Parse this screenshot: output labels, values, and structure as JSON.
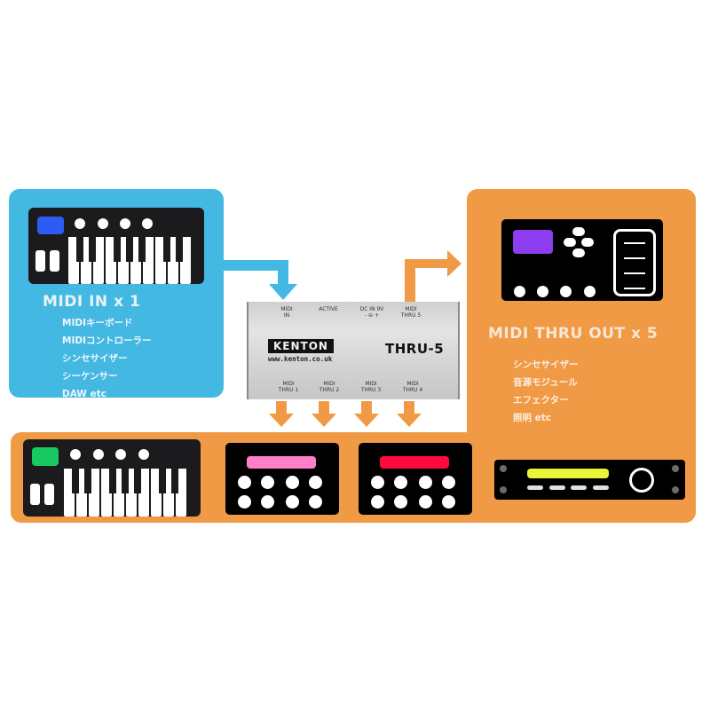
{
  "colors": {
    "input_panel": "#43b8e3",
    "output_panel": "#f09a45",
    "device_body": "#1b1b1d",
    "pad_blue": "#2d5cf5",
    "pad_green": "#18c95f",
    "display_purple": "#8e3cf0",
    "display_pink": "#ff80c8",
    "display_red": "#ff0a3c",
    "display_yellow": "#eaf53a"
  },
  "midi_in": {
    "title": "MIDI IN x 1",
    "devices": [
      "MIDIキーボード",
      "MIDIコントローラー",
      "シンセサイザー",
      "シーケンサー",
      "DAW etc"
    ],
    "icon": "midi-keyboard-icon"
  },
  "midi_out": {
    "title": "MIDI THRU OUT x 5",
    "devices": [
      "シンセサイザー",
      "音源モジュール",
      "エフェクター",
      "照明 etc"
    ],
    "icon": "multi-effects-icon"
  },
  "kenton": {
    "brand": "KENTON",
    "url": "www.kenton.co.uk",
    "model": "THRU-5",
    "top_labels": [
      "MIDI\nIN",
      "ACTIVE",
      "DC IN 9V\n- ⊖ +",
      "MIDI\nTHRU 5"
    ],
    "bottom_labels": [
      "MIDI\nTHRU 1",
      "MIDI\nTHRU 2",
      "MIDI\nTHRU 3",
      "MIDI\nTHRU 4"
    ]
  },
  "bottom_devices": [
    {
      "type": "keyboard",
      "icon": "midi-keyboard-icon"
    },
    {
      "type": "sampler",
      "icon": "drum-machine-icon"
    },
    {
      "type": "sampler",
      "icon": "drum-machine-icon"
    },
    {
      "type": "rack",
      "icon": "rack-module-icon"
    }
  ]
}
